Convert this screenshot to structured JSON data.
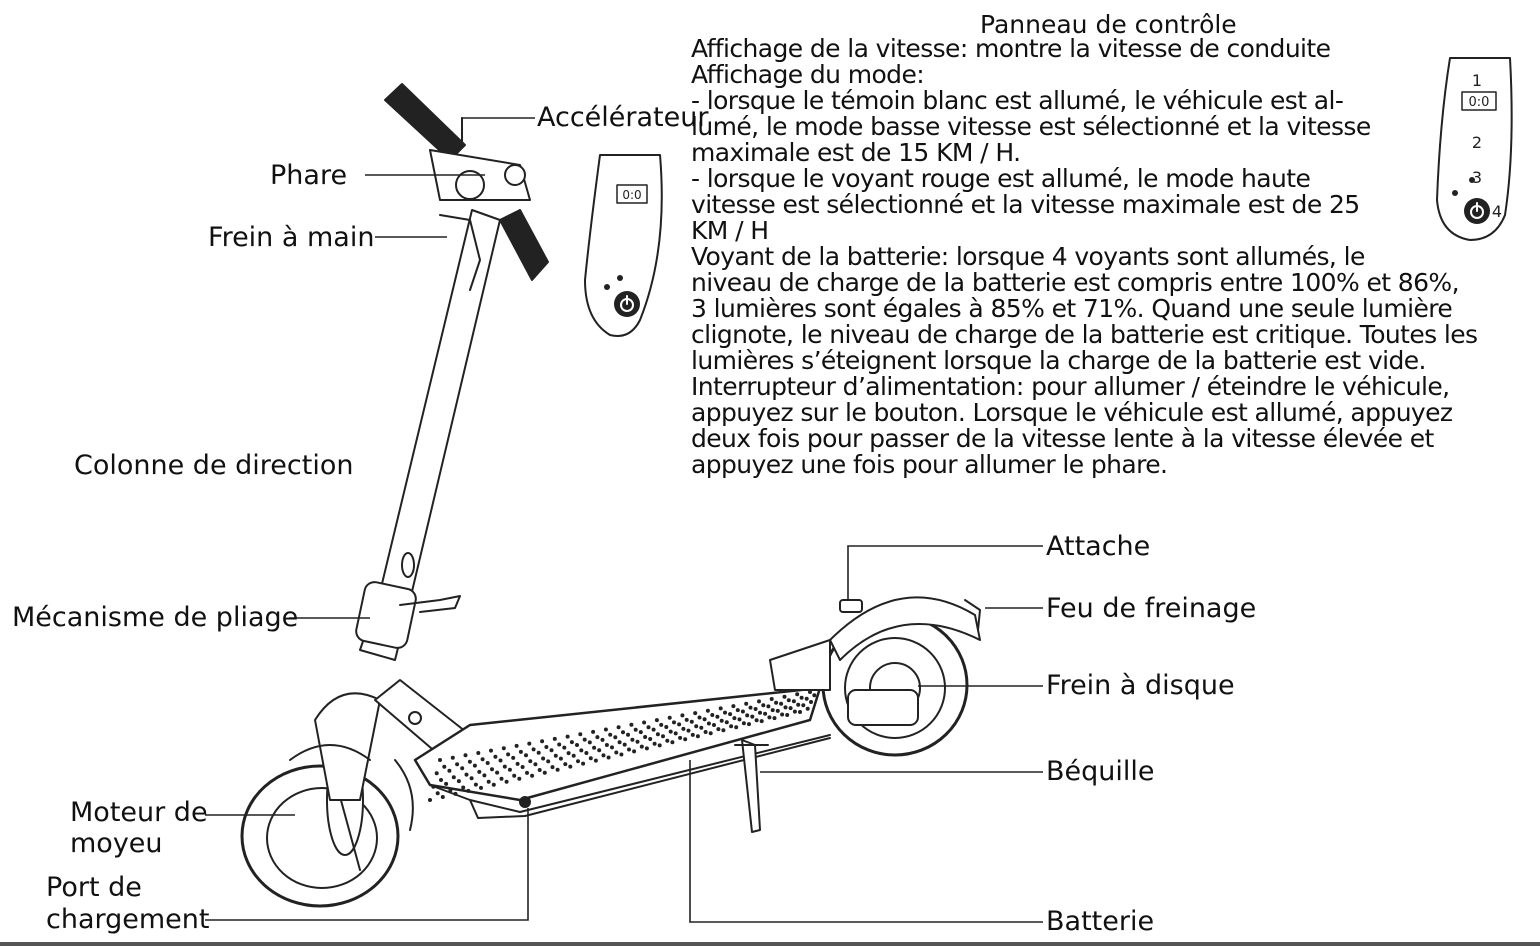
{
  "labels": {
    "accelerateur": "Accélérateur",
    "phare": "Phare",
    "frein_main": "Frein à main",
    "colonne": "Colonne de direction",
    "pliage": "Mécanisme de pliage",
    "moteur_line1": "Moteur de",
    "moteur_line2": "moyeu",
    "port_line1": "Port de",
    "port_line2": "chargement",
    "attache": "Attache",
    "feu_freinage": "Feu de freinage",
    "frein_disque": "Frein à disque",
    "bequille": "Béquille",
    "batterie": "Batterie"
  },
  "panel": {
    "title": "Panneau de contrôle",
    "lines": [
      "Affichage de la vitesse: montre la vitesse de conduite",
      "Affichage du mode:",
      "- lorsque le témoin blanc est allumé, le véhicule est al-",
      "lumé, le mode basse vitesse est sélectionné et la vitesse",
      "maximale est de 15 KM / H.",
      "- lorsque le voyant rouge est allumé, le mode haute",
      "vitesse est sélectionné et la vitesse maximale est de 25",
      "KM / H",
      "Voyant de la batterie: lorsque 4 voyants sont allumés, le",
      "niveau de charge de la batterie est compris entre 100% et 86%,",
      "3 lumières sont égales à 85% et 71%. Quand une seule lumière",
      "clignote, le niveau de charge de la batterie est critique. Toutes les",
      "lumières s’éteignent lorsque la charge de la batterie est vide.",
      "Interrupteur d’alimentation: pour allumer / éteindre le véhicule,",
      "appuyez sur le bouton. Lorsque le véhicule est allumé, appuyez",
      "deux fois pour passer de la vitesse lente à la vitesse élevée et",
      "appuyez une fois pour allumer le phare."
    ]
  },
  "display": {
    "speed_readout": "0:0",
    "callout_1": "1",
    "callout_2": "2",
    "callout_3": "3",
    "callout_4": "4"
  }
}
